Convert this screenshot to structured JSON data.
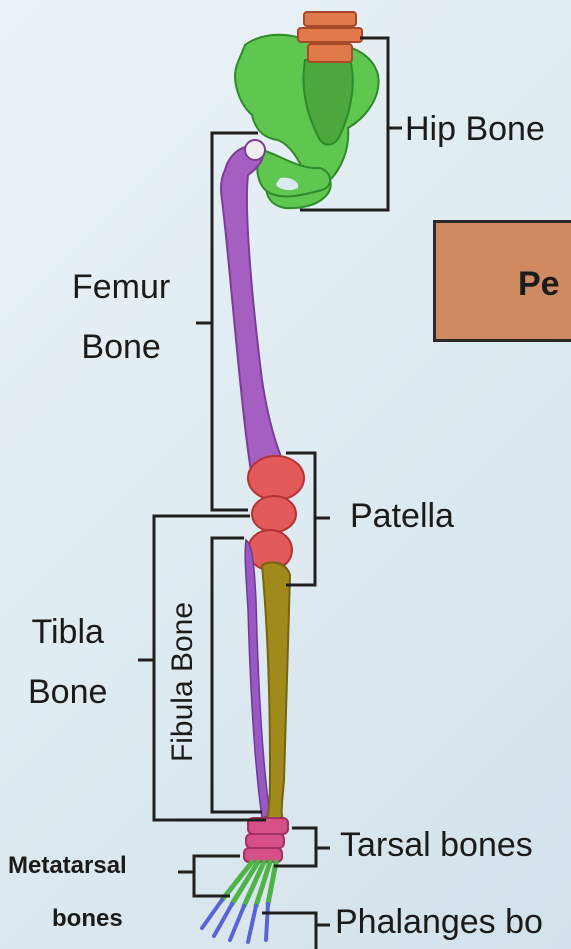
{
  "labels": {
    "hip": "Hip Bone",
    "femur_line1": "Femur",
    "femur_line2": "Bone",
    "patella": "Patella",
    "tibia_line1": "Tibla",
    "tibia_line2": "Bone",
    "fibula": "Fibula Bone",
    "tarsal": "Tarsal bones",
    "metatarsal_line1": "Metatarsal",
    "metatarsal_line2": "bones",
    "phalanges": "Phalanges bo",
    "pelvis_box": "Pe"
  },
  "colors": {
    "hip": "#5fc64f",
    "sacrum": "#e07a4a",
    "femur": "#a45fc0",
    "patella": "#e25a5a",
    "tibia": "#a08a1c",
    "fibula": "#9a58c4",
    "tarsal": "#d64f86",
    "metatarsal": "#4fb34a",
    "phalanges": "#5a64d8",
    "bracket": "#1f1f1f",
    "pelvis_box": "#cf8a62"
  }
}
